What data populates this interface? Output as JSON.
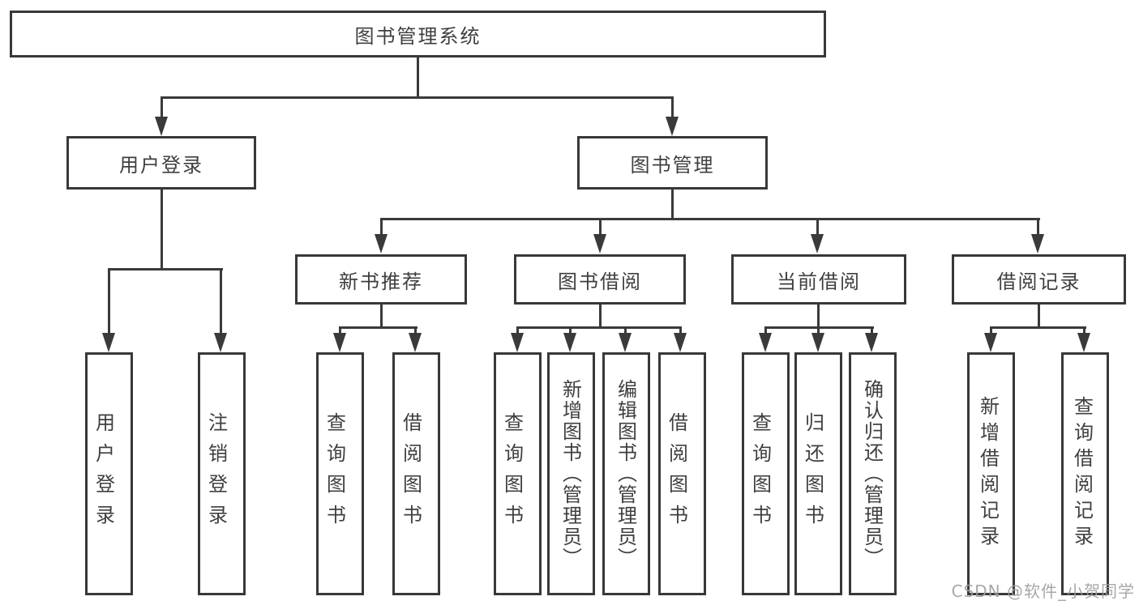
{
  "colors": {
    "line": "#3a3a3a",
    "box_border": "#383838",
    "text": "#3f3f3f",
    "background": "#ffffff",
    "watermark": "#9e9e9e"
  },
  "watermark": {
    "text": "CSDN @软件_小贺同学"
  },
  "tree": {
    "label": "图书管理系统",
    "children": [
      {
        "label": "用户登录",
        "children": [
          {
            "label": "用户登录"
          },
          {
            "label": "注销登录"
          }
        ]
      },
      {
        "label": "图书管理",
        "children": [
          {
            "label": "新书推荐",
            "children": [
              {
                "label": "查询图书"
              },
              {
                "label": "借阅图书"
              }
            ]
          },
          {
            "label": "图书借阅",
            "children": [
              {
                "label": "查询图书"
              },
              {
                "label": "新增图书（管理员）"
              },
              {
                "label": "编辑图书（管理员）"
              },
              {
                "label": "借阅图书"
              }
            ]
          },
          {
            "label": "当前借阅",
            "children": [
              {
                "label": "查询图书"
              },
              {
                "label": "归还图书"
              },
              {
                "label": "确认归还（管理员）"
              }
            ]
          },
          {
            "label": "借阅记录",
            "children": [
              {
                "label": "新增借阅记录"
              },
              {
                "label": "查询借阅记录"
              }
            ]
          }
        ]
      }
    ]
  }
}
